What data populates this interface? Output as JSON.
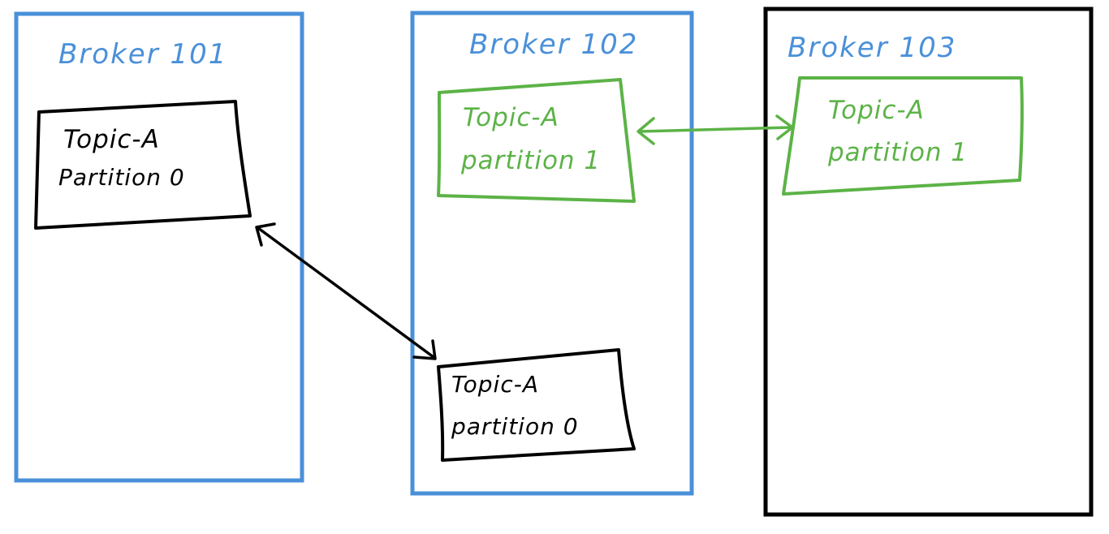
{
  "colors": {
    "broker_blue": "#4a90d9",
    "broker_black": "#000000",
    "partition_black": "#000000",
    "partition_green": "#5cb347"
  },
  "brokers": [
    {
      "id": "broker-101",
      "title": "Broker 101"
    },
    {
      "id": "broker-102",
      "title": "Broker 102"
    },
    {
      "id": "broker-103",
      "title": "Broker 103"
    }
  ],
  "partitions": [
    {
      "id": "p0-b101",
      "broker": "Broker 101",
      "line1": "Topic-A",
      "line2": "Partition 0"
    },
    {
      "id": "p1-b102",
      "broker": "Broker 102",
      "line1": "Topic-A",
      "line2": "partition 1"
    },
    {
      "id": "p0-b102",
      "broker": "Broker 102",
      "line1": "Topic-A",
      "line2": "partition 0"
    },
    {
      "id": "p1-b103",
      "broker": "Broker 103",
      "line1": "Topic-A",
      "line2": "partition 1"
    }
  ],
  "links": [
    {
      "from": "p0-b101",
      "to": "p0-b102",
      "direction": "bidirectional",
      "color": "black"
    },
    {
      "from": "p1-b102",
      "to": "p1-b103",
      "direction": "bidirectional",
      "color": "green"
    }
  ]
}
